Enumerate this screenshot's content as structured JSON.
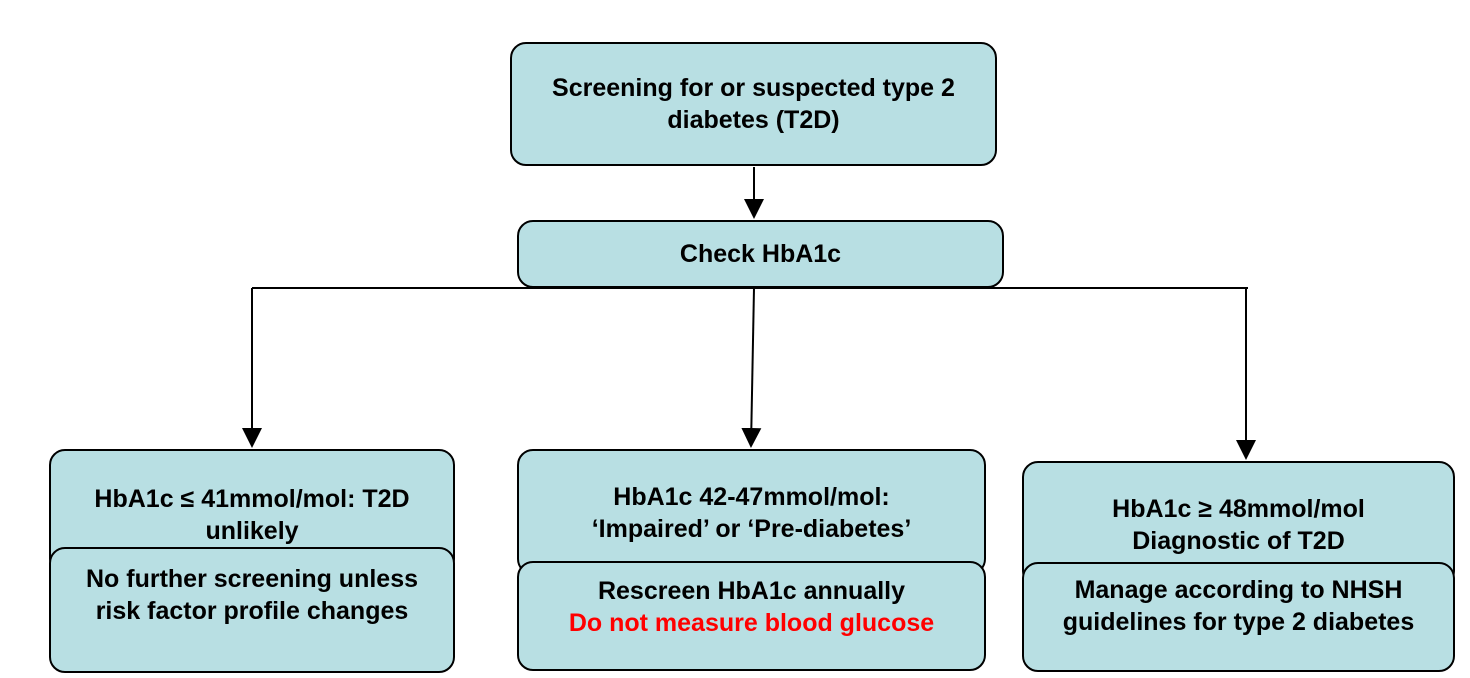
{
  "flowchart": {
    "start": {
      "line1": "Screening for or suspected type 2",
      "line2": "diabetes (T2D)"
    },
    "check": {
      "label": "Check HbA1c"
    },
    "low": {
      "line1": "HbA1c ≤ 41mmol/mol: T2D",
      "line2": "unlikely",
      "action_line1": "No further screening unless",
      "action_line2": "risk factor profile changes"
    },
    "mid": {
      "line1": "HbA1c 42-47mmol/mol:",
      "line2": "‘Impaired’ or ‘Pre-diabetes’",
      "action_line1": "Rescreen HbA1c annually",
      "action_warning": "Do not measure blood glucose"
    },
    "high": {
      "line1": "HbA1c ≥ 48mmol/mol",
      "line2": "Diagnostic of T2D",
      "action_line1": "Manage according to NHSH",
      "action_line2": "guidelines for type 2 diabetes"
    }
  },
  "colors": {
    "box_fill": "#b8dfe3",
    "border": "#000000",
    "warning_text": "#ff0000"
  }
}
